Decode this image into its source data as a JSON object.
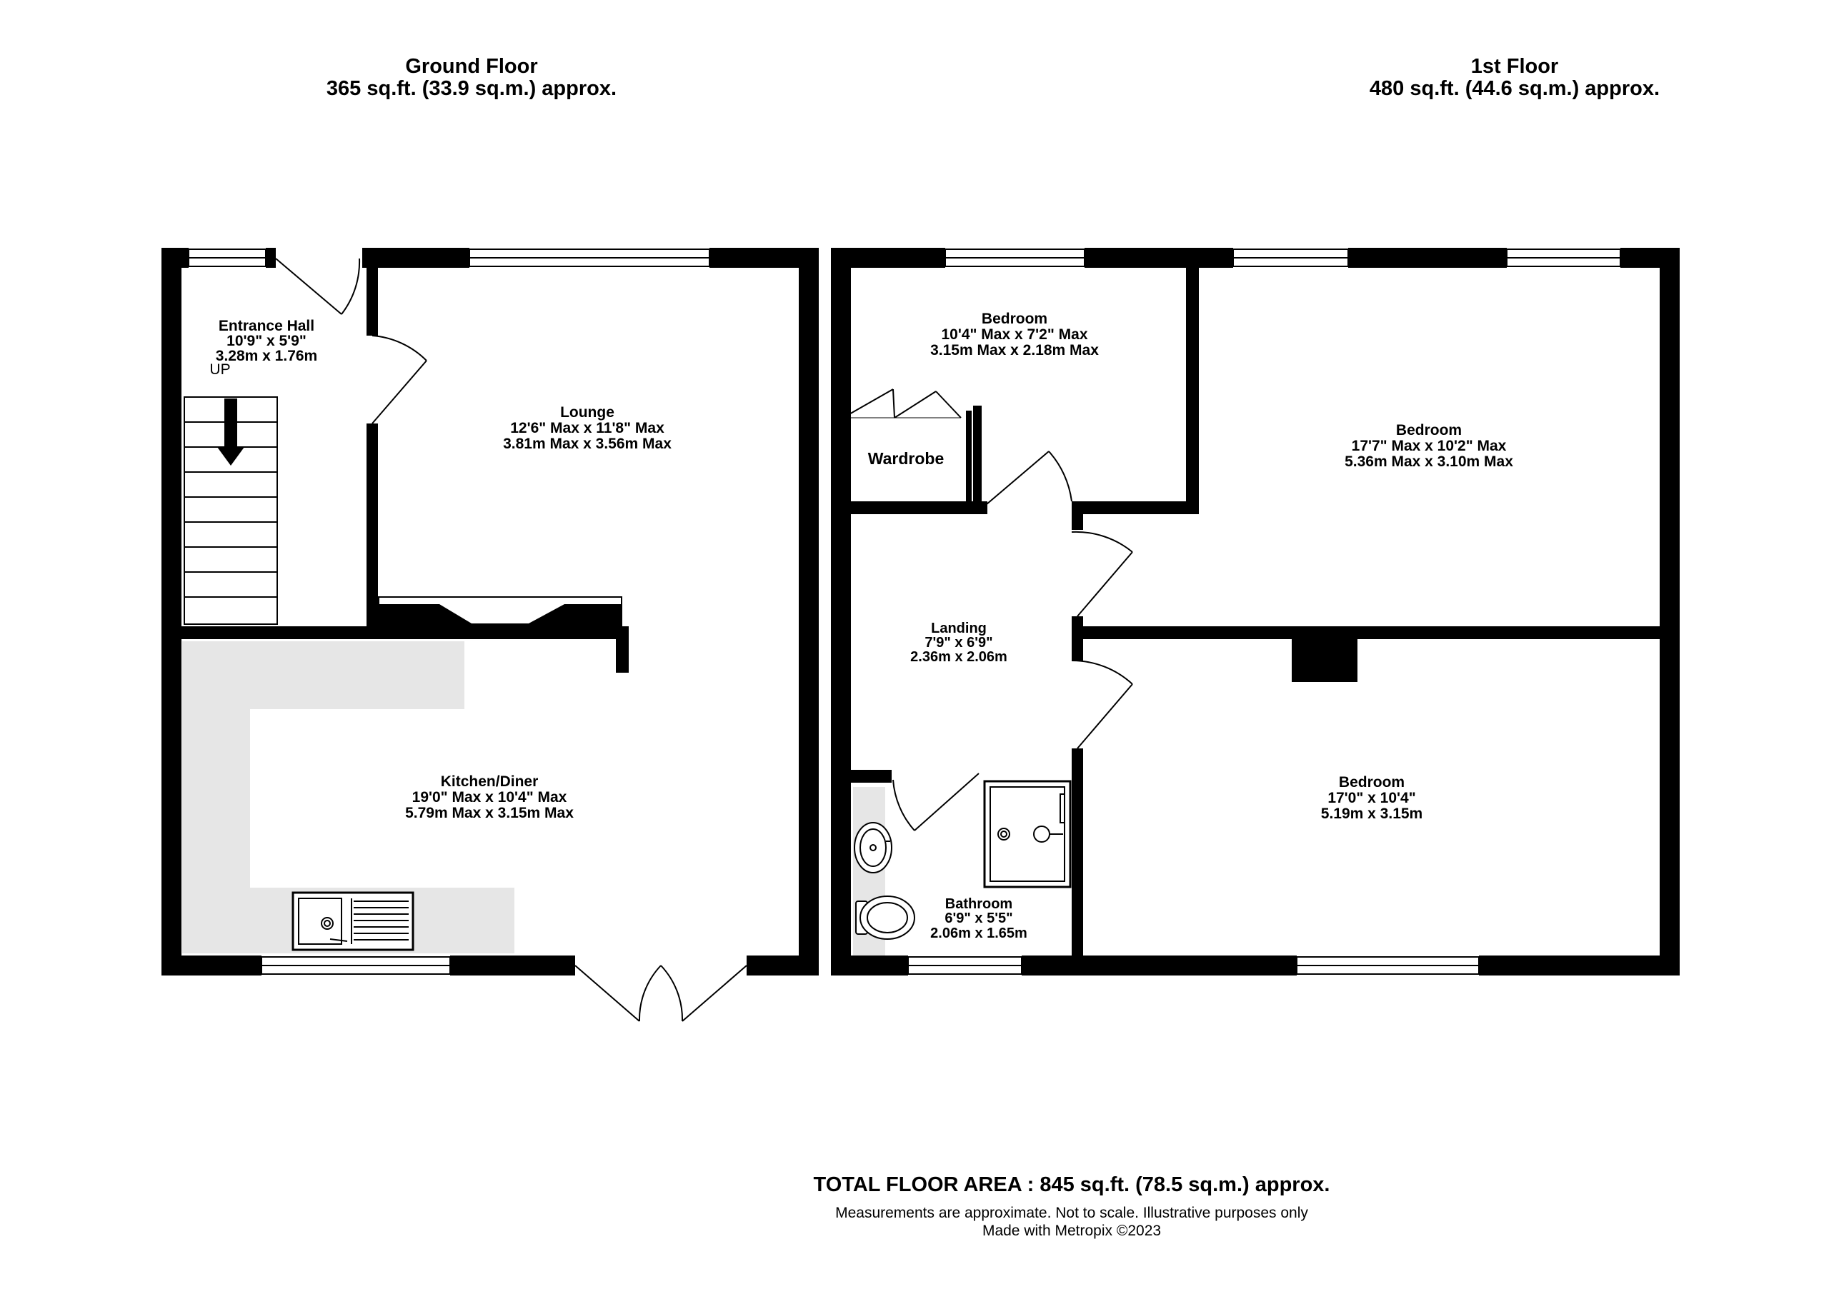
{
  "ground_floor": {
    "title": "Ground Floor",
    "area": "365 sq.ft. (33.9 sq.m.) approx.",
    "rooms": {
      "entrance_hall": {
        "name": "Entrance Hall",
        "imperial": "10'9\"  x 5'9\"",
        "metric": "3.28m  x 1.76m",
        "stairs_label": "UP"
      },
      "lounge": {
        "name": "Lounge",
        "imperial": "12'6\" Max x 11'8\" Max",
        "metric": "3.81m Max x 3.56m Max"
      },
      "kitchen": {
        "name": "Kitchen/Diner",
        "imperial": "19'0\" Max x 10'4\" Max",
        "metric": "5.79m Max x 3.15m Max"
      }
    }
  },
  "first_floor": {
    "title": "1st Floor",
    "area": "480 sq.ft. (44.6 sq.m.) approx.",
    "rooms": {
      "bedroom_small": {
        "name": "Bedroom",
        "imperial": "10'4\" Max x 7'2\" Max",
        "metric": "3.15m Max x 2.18m Max"
      },
      "wardrobe": {
        "name": "Wardrobe"
      },
      "bedroom_large": {
        "name": "Bedroom",
        "imperial": "17'7\" Max x 10'2\" Max",
        "metric": "5.36m Max x 3.10m Max"
      },
      "landing": {
        "name": "Landing",
        "imperial": "7'9\"  x 6'9\"",
        "metric": "2.36m  x 2.06m"
      },
      "bedroom_rear": {
        "name": "Bedroom",
        "imperial": "17'0\"  x 10'4\"",
        "metric": "5.19m  x 3.15m"
      },
      "bathroom": {
        "name": "Bathroom",
        "imperial": "6'9\"  x 5'5\"",
        "metric": "2.06m  x 1.65m"
      }
    }
  },
  "footer": {
    "total": "TOTAL FLOOR AREA : 845 sq.ft. (78.5 sq.m.) approx.",
    "disclaimer": "Measurements are approximate.  Not to scale.  Illustrative purposes only",
    "credit": "Made with Metropix ©2023"
  },
  "colors": {
    "wall": "#000000",
    "fixture_fill": "#e6e6e6",
    "background": "#ffffff"
  }
}
